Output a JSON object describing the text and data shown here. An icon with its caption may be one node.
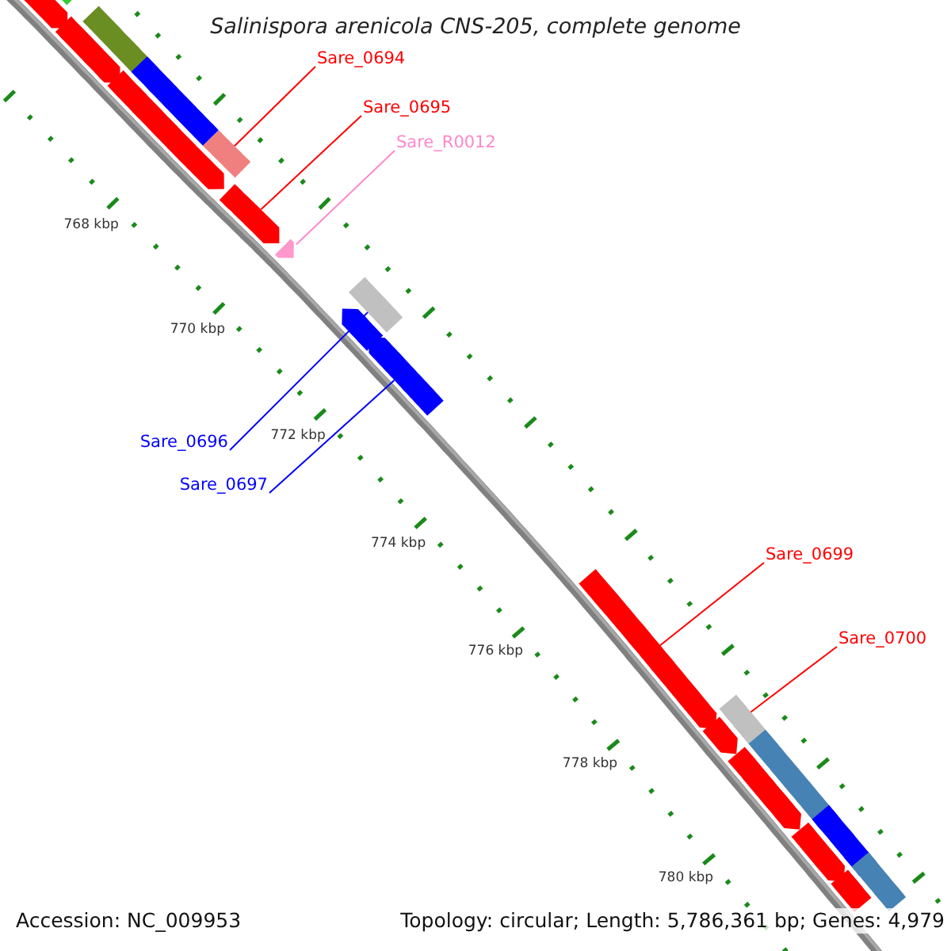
{
  "diagram": {
    "title": "Salinispora arenicola CNS-205, complete genome",
    "nodes": [
      {
        "text": [
          "Sare_0694"
        ]
      },
      {
        "text": [],
        "shape": "box"
      },
      {
        "text": [
          "Sare_0695"
        ]
      },
      {
        "text": [],
        "shape": "arrow"
      },
      {
        "text": [
          "Sare_R0012"
        ]
      },
      {
        "text": [],
        "shape": "arrow"
      },
      {
        "text": [
          "Sare_0696"
        ]
      },
      {
        "text": [],
        "shape": "box"
      },
      {
        "text": [
          "Sare_0697"
        ]
      },
      {
        "text": [],
        "shape": "arrow"
      },
      {
        "text": [
          "Sare_0699"
        ]
      },
      {
        "text": [],
        "shape": "arrow"
      },
      {
        "text": [
          "Sare_0700"
        ]
      },
      {
        "text": [],
        "shape": "box"
      },
      {
        "text": [],
        "shape": "arrow"
      },
      {
        "text": [],
        "shape": "arrow"
      },
      {
        "text": [],
        "shape": "arrow"
      },
      {
        "text": [],
        "shape": "arrow"
      },
      {
        "text": [],
        "shape": "box"
      },
      {
        "text": [],
        "shape": "box"
      },
      {
        "text": [],
        "shape": "box"
      },
      {
        "text": [],
        "shape": "arrow"
      },
      {
        "text": [],
        "shape": "arrow"
      },
      {
        "text": [],
        "shape": "arrow"
      },
      {
        "text": [],
        "shape": "arrow"
      },
      {
        "text": [],
        "shape": "box"
      },
      {
        "text": [],
        "shape": "box"
      },
      {
        "text": [],
        "shape": "box"
      },
      {
        "text": [],
        "shape": "box"
      }
    ],
    "edges": [
      {
        "from": 0,
        "to": 1,
        "arrow": "none"
      },
      {
        "from": 2,
        "to": 3,
        "arrow": "none"
      },
      {
        "from": 4,
        "to": 5,
        "arrow": "none",
        "color": "#ff88cc"
      },
      {
        "from": 6,
        "to": 7,
        "arrow": "none",
        "color": "#0000ff"
      },
      {
        "from": 8,
        "to": 9,
        "arrow": "none",
        "color": "#0000ff"
      },
      {
        "from": 10,
        "to": 11,
        "arrow": "none"
      },
      {
        "from": 12,
        "to": 13,
        "arrow": "none"
      }
    ],
    "labels": [
      "768 kbp",
      "770 kbp",
      "772 kbp",
      "774 kbp",
      "776 kbp",
      "778 kbp",
      "780 kbp",
      "Accession: NC_009953",
      "Topology: circular; Length: 5,786,361 bp; Genes: 4,979"
    ]
  }
}
